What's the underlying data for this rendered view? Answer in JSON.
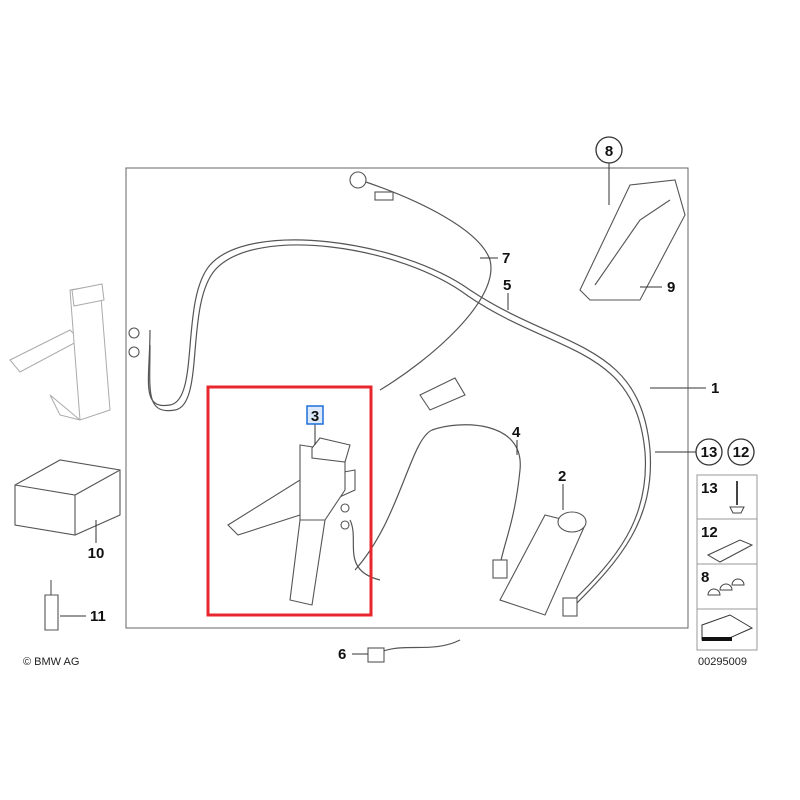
{
  "diagram": {
    "callouts": {
      "p1": "1",
      "p2": "2",
      "p3": "3",
      "p4": "4",
      "p5": "5",
      "p6": "6",
      "p7": "7",
      "p8": "8",
      "p9": "9",
      "p10": "10",
      "p11": "11",
      "p12": "12",
      "p13": "13"
    },
    "legend": [
      {
        "label": "13",
        "icon": "rivet-icon"
      },
      {
        "label": "12",
        "icon": "cable-clip-icon"
      },
      {
        "label": "8",
        "icon": "multi-clip-icon"
      },
      {
        "label": "",
        "icon": "arrow-icon"
      }
    ],
    "copyright": "© BMW AG",
    "diagram_number": "00295009",
    "highlight_color": "#e8262e",
    "selected_color": "#1e6fd9"
  }
}
